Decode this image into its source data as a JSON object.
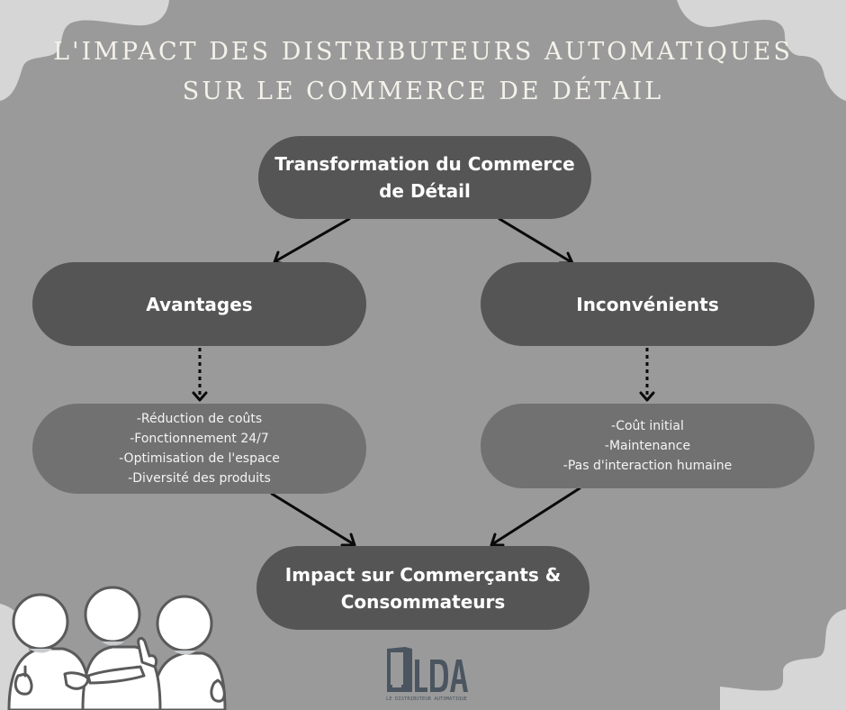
{
  "title": {
    "line1": "L'IMPACT DES DISTRIBUTEURS AUTOMATIQUES",
    "line2": "SUR LE COMMERCE DE DÉTAIL"
  },
  "nodes": {
    "root": {
      "line1": "Transformation du Commerce",
      "line2": "de Détail"
    },
    "advantages": {
      "label": "Avantages"
    },
    "disadvantages": {
      "label": "Inconvénients"
    },
    "advantages_list": [
      "-Réduction de coûts",
      "-Fonctionnement 24/7",
      "-Optimisation de l'espace",
      "-Diversité des produits"
    ],
    "disadvantages_list": [
      "-Coût initial",
      "-Maintenance",
      "-Pas d'interaction humaine"
    ],
    "impact": {
      "line1": "Impact sur Commerçants &",
      "line2": "Consommateurs"
    }
  },
  "logo": {
    "letters": "LDA",
    "tagline": "LE DISTRIBUTEUR AUTOMATIQUE"
  },
  "colors": {
    "background": "#9a9a9a",
    "corner_blob": "#d6d6d6",
    "dark_pill": "#555555",
    "light_pill": "#717171",
    "title_text": "#f4f2ea",
    "arrow": "#0a0a0a",
    "logo": "#4a5560"
  }
}
